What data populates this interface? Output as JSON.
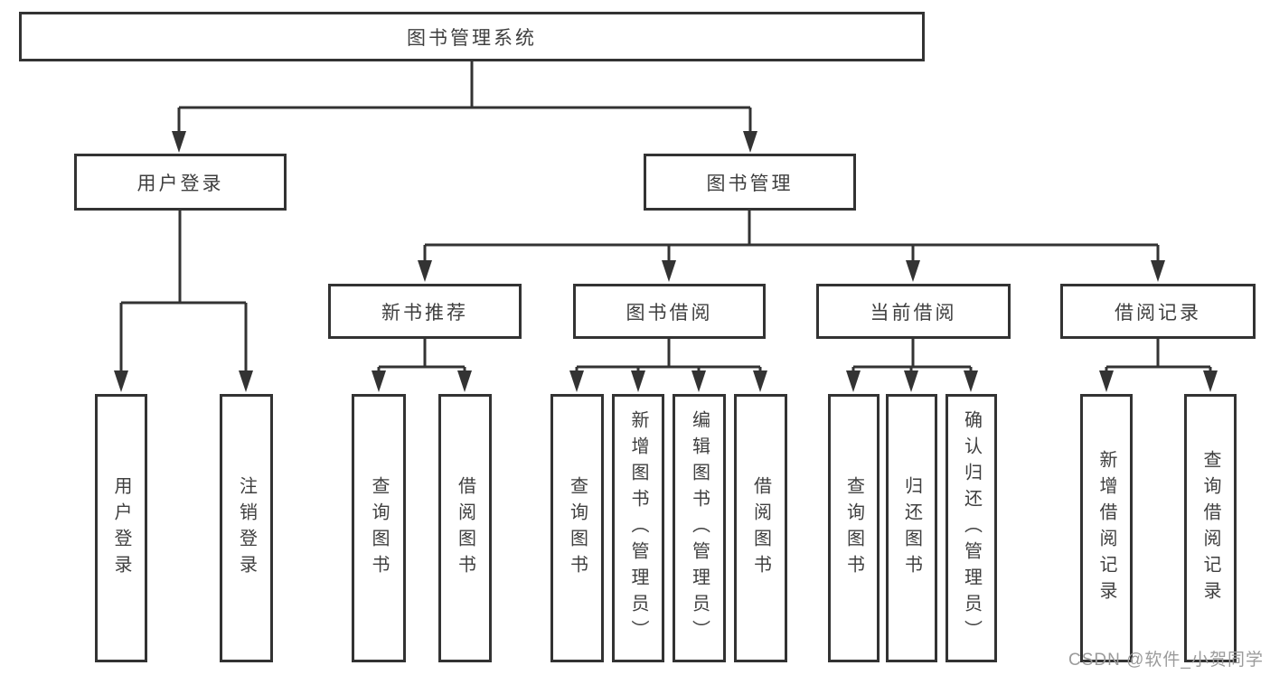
{
  "tree": {
    "label": "图书管理系统",
    "children": [
      {
        "label": "用户登录",
        "children": [
          {
            "label": "用户登录"
          },
          {
            "label": "注销登录"
          }
        ]
      },
      {
        "label": "图书管理",
        "children": [
          {
            "label": "新书推荐",
            "children": [
              {
                "label": "查询图书"
              },
              {
                "label": "借阅图书"
              }
            ]
          },
          {
            "label": "图书借阅",
            "children": [
              {
                "label": "查询图书"
              },
              {
                "label": "新增图书（管理员）"
              },
              {
                "label": "编辑图书（管理员）"
              },
              {
                "label": "借阅图书"
              }
            ]
          },
          {
            "label": "当前借阅",
            "children": [
              {
                "label": "查询图书"
              },
              {
                "label": "归还图书"
              },
              {
                "label": "确认归还（管理员）"
              }
            ]
          },
          {
            "label": "借阅记录",
            "children": [
              {
                "label": "新增借阅记录"
              },
              {
                "label": "查询借阅记录"
              }
            ]
          }
        ]
      }
    ]
  },
  "watermark": {
    "text": "CSDN @软件_小贺同学"
  },
  "colors": {
    "line": "#333333",
    "text": "#3f3f3f",
    "background": "#ffffff",
    "watermark": "#9b9b9b"
  }
}
